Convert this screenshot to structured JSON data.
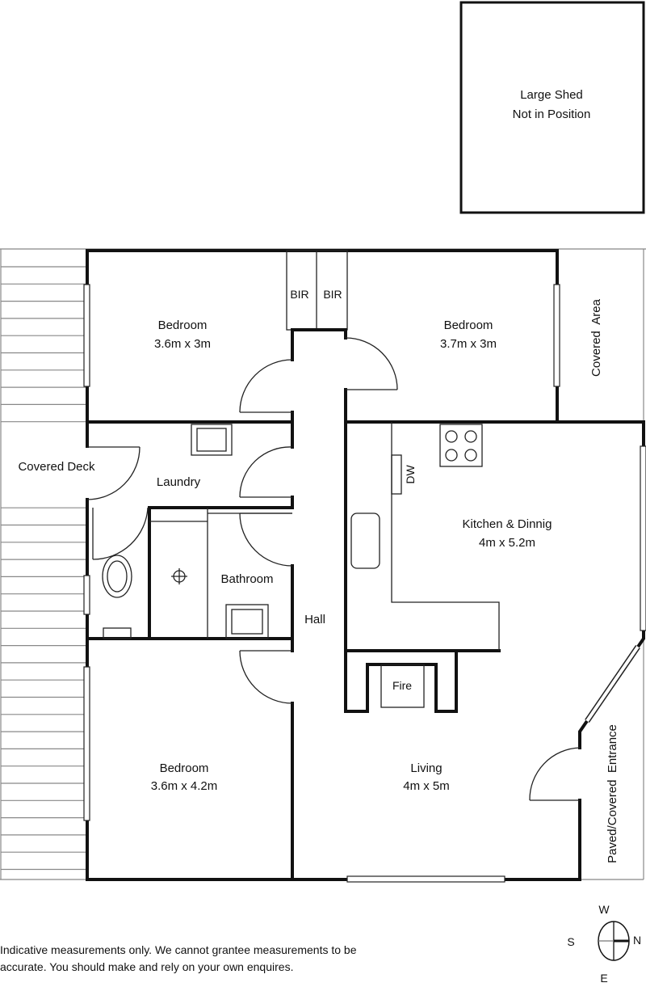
{
  "shed": {
    "line1": "Large Shed",
    "line2": "Not in Position"
  },
  "rooms": {
    "bedroom1": {
      "name": "Bedroom",
      "size": "3.6m x 3m"
    },
    "bedroom2": {
      "name": "Bedroom",
      "size": "3.7m x 3m"
    },
    "bedroom3": {
      "name": "Bedroom",
      "size": "3.6m x 4.2m"
    },
    "bir1": "BIR",
    "bir2": "BIR",
    "covered_deck": "Covered Deck",
    "covered_area": "Covered  Area",
    "laundry": "Laundry",
    "bathroom": "Bathroom",
    "hall": "Hall",
    "kitchen": {
      "name": "Kitchen & Dinnig",
      "size": "4m x 5.2m"
    },
    "dw": "DW",
    "fire": "Fire",
    "living": {
      "name": "Living",
      "size": "4m x 5m"
    },
    "entrance": "Paved/Covered  Entrance"
  },
  "compass": {
    "w": "W",
    "e": "E",
    "s": "S",
    "n": "N"
  },
  "disclaimer": {
    "line1": "Indicative measurements only. We cannot grantee measurements to be",
    "line2": "accurate. You should make and rely on your own enquires."
  }
}
